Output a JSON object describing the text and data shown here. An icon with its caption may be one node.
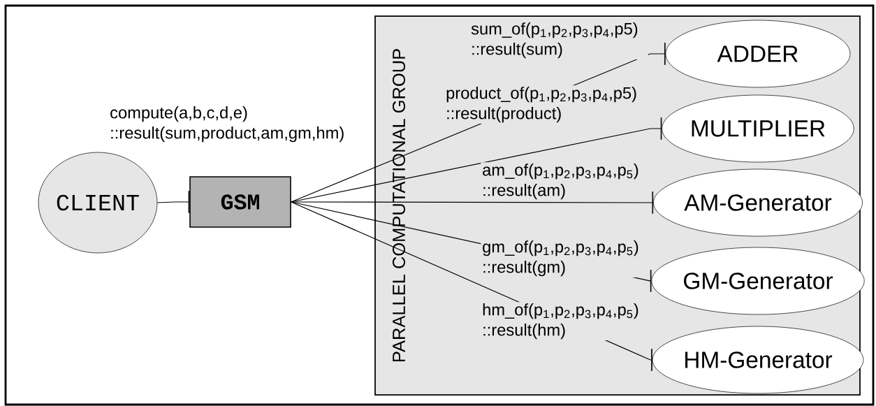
{
  "diagram": {
    "nodes": [
      {
        "text": [
          "CLIENT"
        ]
      },
      {
        "text": [
          "GSM"
        ]
      },
      {
        "text": [
          "PARALLEL COMPUTATIONAL GROUP"
        ]
      },
      {
        "text": [
          "ADDER"
        ],
        "in": 2
      },
      {
        "text": [
          "MULTIPLIER"
        ],
        "in": 2
      },
      {
        "text": [
          "AM-Generator"
        ],
        "in": 2
      },
      {
        "text": [
          "GM-Generator"
        ],
        "in": 2
      },
      {
        "text": [
          "HM-Generator"
        ],
        "in": 2
      }
    ],
    "edges": [
      {
        "from": 0,
        "to": 1,
        "arrow": "other",
        "label": "compute(a,b,c,d,e) ::result(sum,product,am,gm,hm)"
      },
      {
        "from": 1,
        "to": 3,
        "arrow": "other",
        "label": "sum_of(p$_{1}$,p$_{2}$,p$_{3}$,p$_{4}$,p5) ::result(sum)"
      },
      {
        "from": 1,
        "to": 4,
        "arrow": "other",
        "label": "product_of(p$_{1}$,p$_{2}$,p$_{3}$,p$_{4}$,p5) ::result(product)"
      },
      {
        "from": 1,
        "to": 5,
        "arrow": "other",
        "label": "am_of(p$_{1}$,p$_{2}$,p$_{3}$,p$_{4}$,p$_{5}$) ::result(am)"
      },
      {
        "from": 1,
        "to": 6,
        "arrow": "other",
        "label": "gm_of(p$_{1}$,p$_{2}$,p$_{3}$,p$_{4}$,p$_{5}$) ::result(gm)"
      },
      {
        "from": 1,
        "to": 7,
        "arrow": "other",
        "label": "hm_of(p$_{1}$,p$_{2}$,p$_{3}$,p$_{4}$,p$_{5}$) ::result(hm)"
      }
    ]
  }
}
